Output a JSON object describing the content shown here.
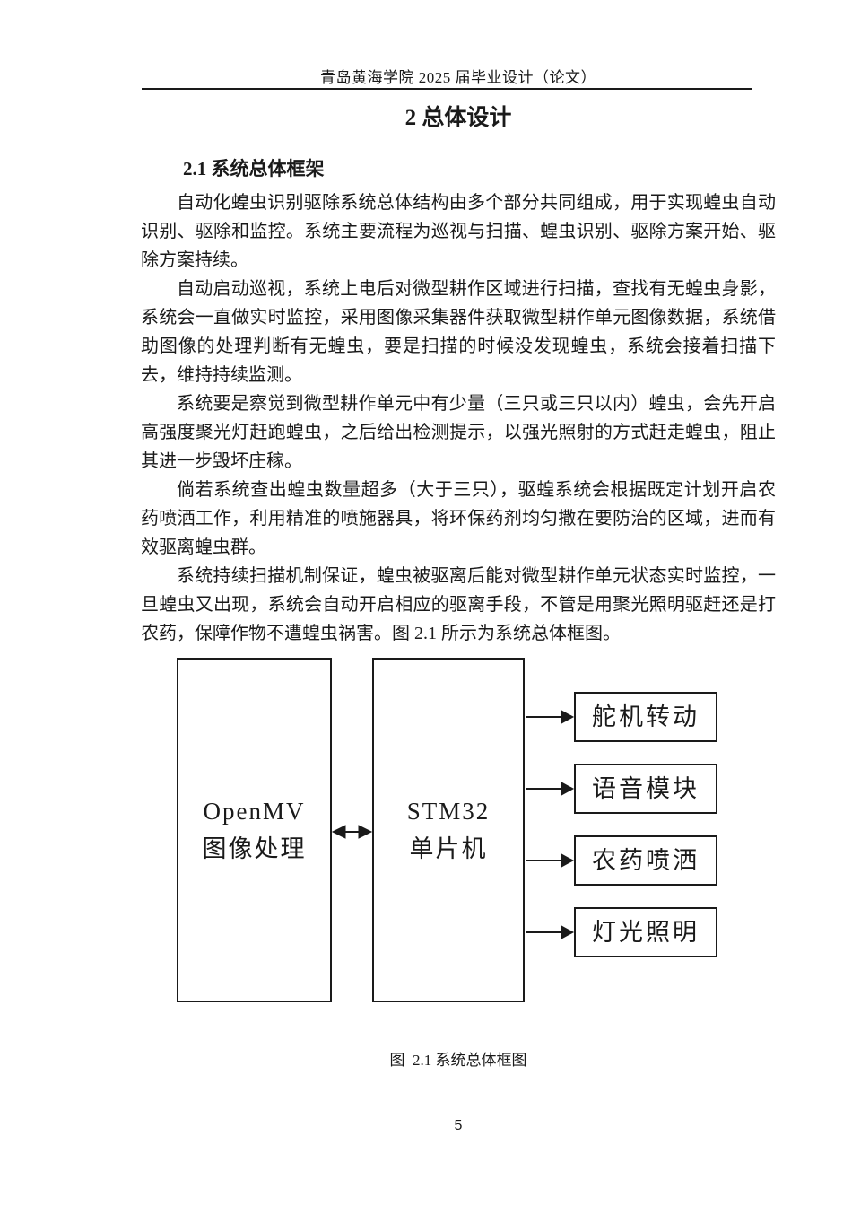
{
  "page": {
    "header": "青岛黄海学院 2025 届毕业设计（论文）",
    "title": "2 总体设计",
    "section_heading": "2.1 系统总体框架",
    "paragraphs": [
      "自动化蝗虫识别驱除系统总体结构由多个部分共同组成，用于实现蝗虫自动识别、驱除和监控。系统主要流程为巡视与扫描、蝗虫识别、驱除方案开始、驱除方案持续。",
      "自动启动巡视，系统上电后对微型耕作区域进行扫描，查找有无蝗虫身影，系统会一直做实时监控，采用图像采集器件获取微型耕作单元图像数据，系统借助图像的处理判断有无蝗虫，要是扫描的时候没发现蝗虫，系统会接着扫描下去，维持持续监测。",
      "系统要是察觉到微型耕作单元中有少量（三只或三只以内）蝗虫，会先开启高强度聚光灯赶跑蝗虫，之后给出检测提示，以强光照射的方式赶走蝗虫，阻止其进一步毁坏庄稼。",
      "倘若系统查出蝗虫数量超多（大于三只），驱蝗系统会根据既定计划开启农药喷洒工作，利用精准的喷施器具，将环保药剂均匀撒在要防治的区域，进而有效驱离蝗虫群。",
      "系统持续扫描机制保证，蝗虫被驱离后能对微型耕作单元状态实时监控，一旦蝗虫又出现，系统会自动开启相应的驱离手段，不管是用聚光照明驱赶还是打农药，保障作物不遭蝗虫祸害。图 2.1 所示为系统总体框图。"
    ],
    "figure": {
      "caption": "图  2.1 系统总体框图",
      "diagram": {
        "left_box_line1": "OpenMV",
        "left_box_line2": "图像处理",
        "center_box_line1": "STM32",
        "center_box_line2": "单片机",
        "output_boxes": [
          "舵机转动",
          "语音模块",
          "农药喷洒",
          "灯光照明"
        ],
        "line_color": "#1a1a1a"
      }
    },
    "page_number": "5"
  }
}
